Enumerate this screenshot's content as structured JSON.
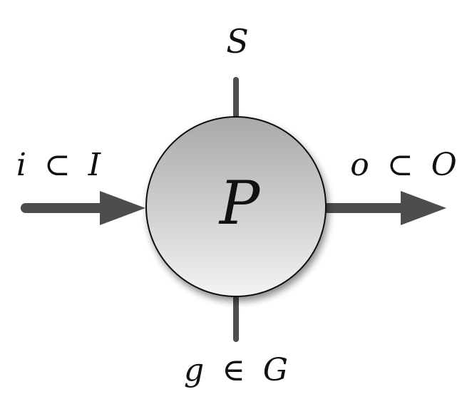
{
  "diagram": {
    "process": {
      "label": "P"
    },
    "top": {
      "label": "S"
    },
    "input": {
      "var": "i",
      "op": "⊂",
      "set": "I"
    },
    "output": {
      "var": "o",
      "op": "⊂",
      "set": "O"
    },
    "bottom": {
      "var": "g",
      "op": "∈",
      "set": "G"
    },
    "colors": {
      "arrow": "#4d4d4d",
      "circle_top": "#a9a9a9",
      "circle_bottom": "#f4f4f4",
      "circle_stroke": "#111111",
      "text": "#111111"
    }
  }
}
